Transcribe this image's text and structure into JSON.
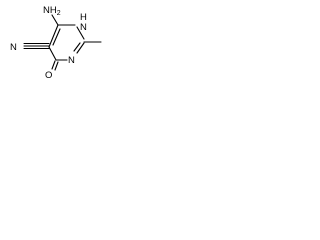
{
  "structure": {
    "atoms": {
      "amino": "NH2",
      "ring_nh": "NH",
      "ring_n": "N",
      "carbonyl_o": "O",
      "nitrile_n": "N"
    },
    "labels": {
      "amino_main": "NH",
      "amino_sub": "2",
      "ring_nh_h": "H",
      "ring_nh_n": "N"
    }
  }
}
